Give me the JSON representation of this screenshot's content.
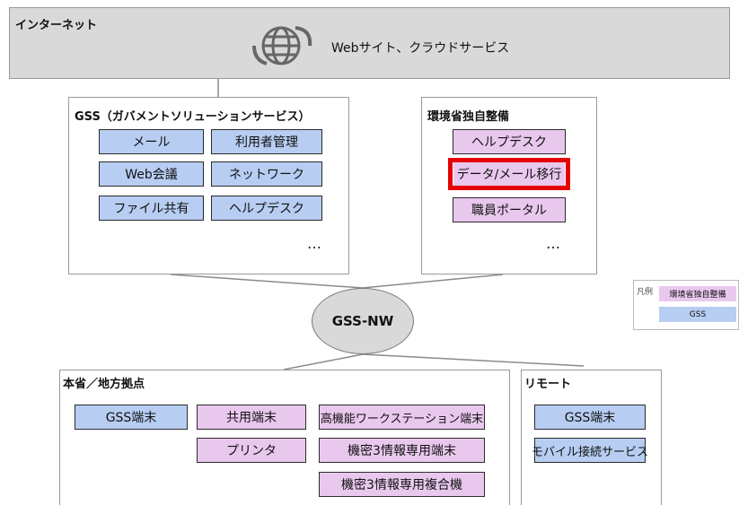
{
  "colors": {
    "gss_box": "#b7cdf2",
    "env_box": "#e9c8ee",
    "highlight": "#e60000",
    "internet_bg": "#d9d9d9",
    "nw_ellipse": "#d9d9d9"
  },
  "internet": {
    "title": "インターネット",
    "icon": "globe-icon",
    "label": "Webサイト、クラウドサービス"
  },
  "gss": {
    "title": "GSS（ガバメントソリューションサービス）",
    "items": [
      "メール",
      "利用者管理",
      "Web会議",
      "ネットワーク",
      "ファイル共有",
      "ヘルプデスク"
    ],
    "ellipsis": "…"
  },
  "env": {
    "title": "環境省独自整備",
    "items": [
      "ヘルプデスク",
      "データ/メール移行",
      "職員ポータル"
    ],
    "ellipsis": "…"
  },
  "legend": {
    "title": "凡例",
    "items": [
      "環境省独自整備",
      "GSS"
    ]
  },
  "network": {
    "label": "GSS-NW"
  },
  "honsho": {
    "title": "本省／地方拠点",
    "items": [
      "GSS端末",
      "共用端末",
      "高機能ワークステーション端末",
      "プリンタ",
      "機密3情報専用端末",
      "機密3情報専用複合機"
    ]
  },
  "remote": {
    "title": "リモート",
    "items": [
      "GSS端末",
      "モバイル接続サービス"
    ]
  }
}
